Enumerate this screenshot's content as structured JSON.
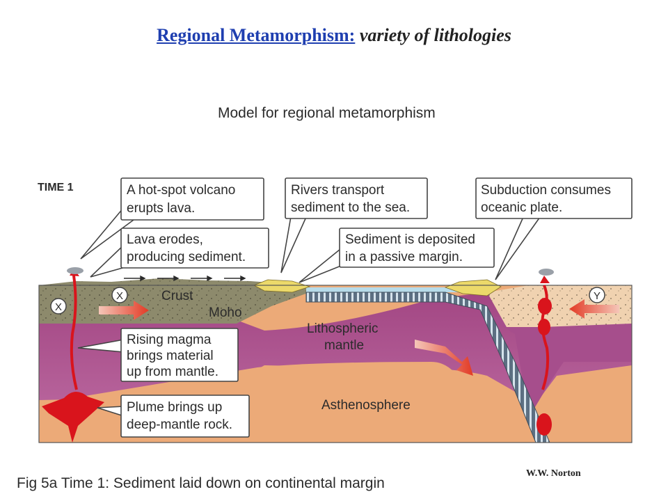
{
  "title": {
    "main": "Regional Metamorphism:",
    "sub": "variety of lithologies"
  },
  "diagram": {
    "heading": "Model for regional metamorphism",
    "time_label": "TIME 1",
    "callouts": {
      "volcano": [
        "A hot-spot volcano",
        "erupts lava."
      ],
      "lava_erodes": [
        "Lava erodes,",
        "producing sediment."
      ],
      "rivers": [
        "Rivers transport",
        "sediment to the sea."
      ],
      "sediment": [
        "Sediment is deposited",
        "in a passive margin."
      ],
      "subduction": [
        "Subduction consumes",
        "oceanic plate."
      ],
      "magma": [
        "Rising magma",
        "brings material",
        "up from mantle."
      ],
      "plume": [
        "Plume brings up",
        "deep-mantle rock."
      ]
    },
    "labels": {
      "crust": "Crust",
      "moho": "Moho",
      "lithospheric": [
        "Lithospheric",
        "mantle"
      ],
      "asthenosphere": "Asthenosphere",
      "marker_x": "X",
      "marker_y": "Y"
    },
    "caption": "Fig 5a Time 1: Sediment laid down on continental margin"
  },
  "credit": "W.W. Norton",
  "colors": {
    "title_link": "#1f3fb0",
    "crust": "#8d8a6c",
    "continent_right": "#f0d2b0",
    "lithosphere": "#a64e8c",
    "asthenosphere": "#ecaa78",
    "ocean": "#b7dbe9",
    "sediment": "#ecd96a",
    "magma": "#d9141c"
  }
}
